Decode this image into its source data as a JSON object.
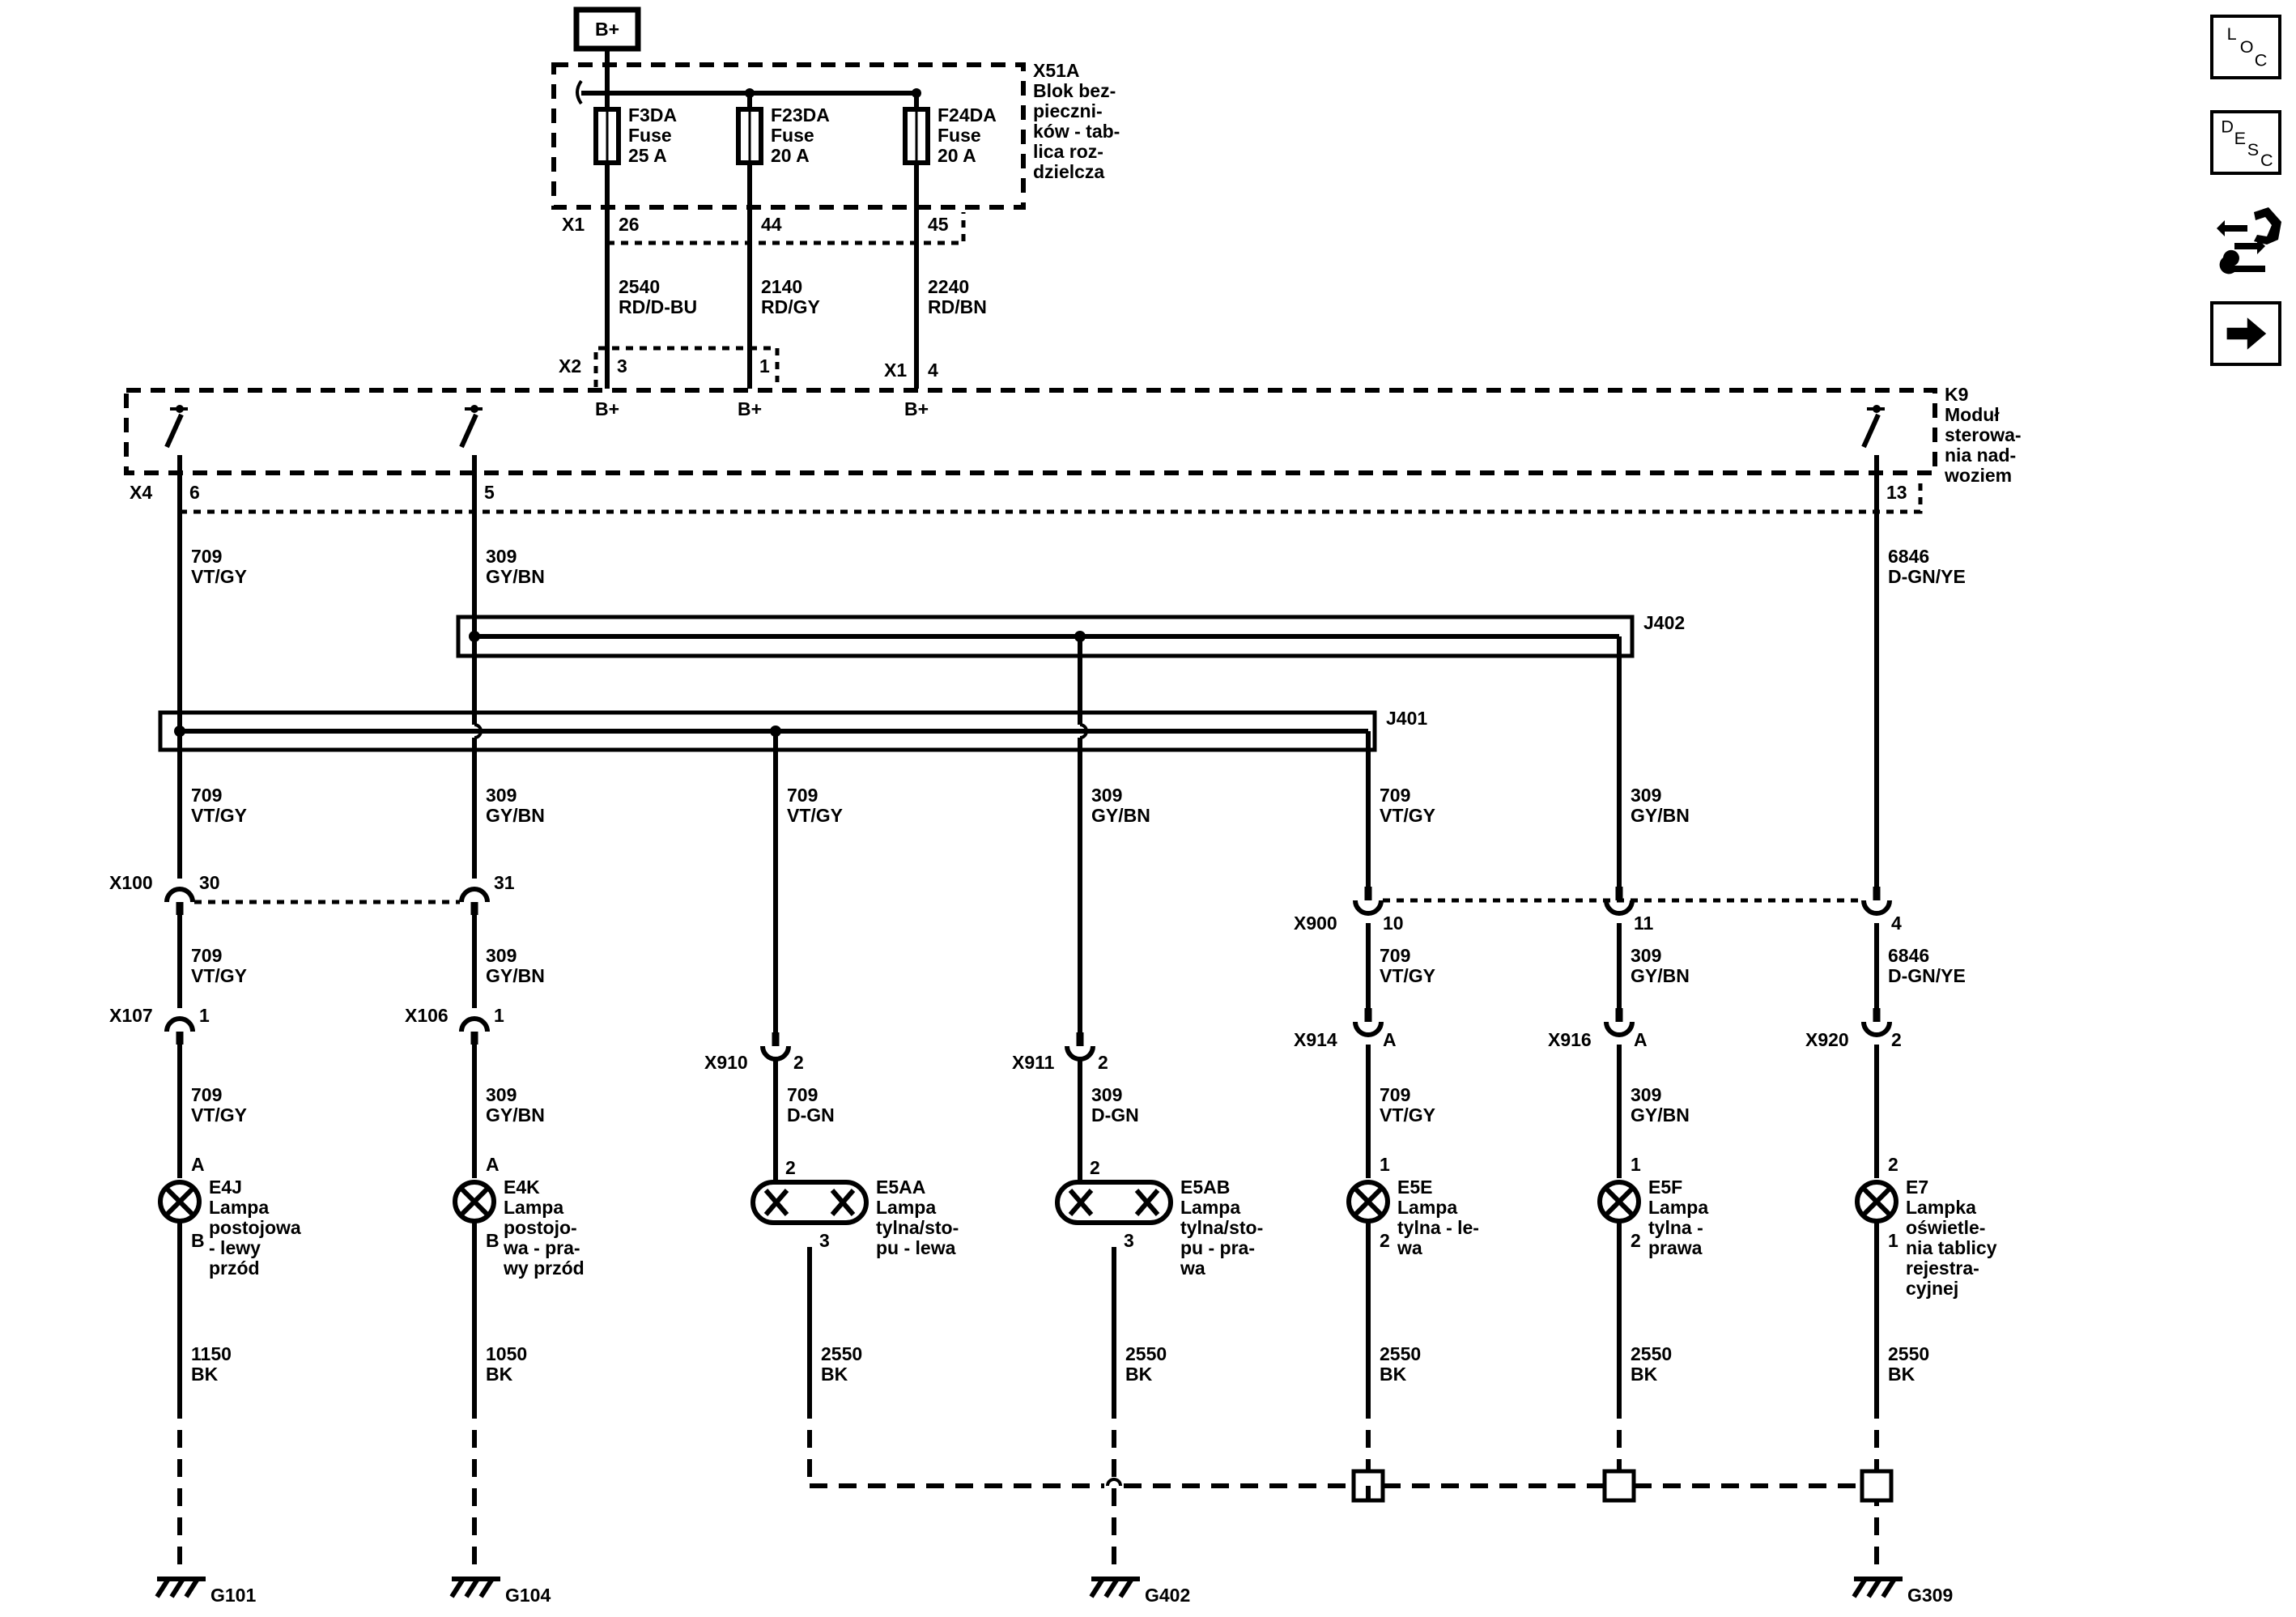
{
  "power": {
    "label": "B+"
  },
  "fuse_block": {
    "id": "X51A",
    "desc": [
      "Blok bez-",
      "pieczni-",
      "ków - tab-",
      "lica roz-",
      "dzielcza"
    ],
    "connector": "X1",
    "fuses": [
      {
        "name": "F3DA",
        "type": "Fuse",
        "rating": "25 A",
        "pin": "26"
      },
      {
        "name": "F23DA",
        "type": "Fuse",
        "rating": "20 A",
        "pin": "44"
      },
      {
        "name": "F24DA",
        "type": "Fuse",
        "rating": "20 A",
        "pin": "45"
      }
    ]
  },
  "feed_wires": [
    {
      "circuit": "2540",
      "color": "RD/D-BU"
    },
    {
      "circuit": "2140",
      "color": "RD/GY"
    },
    {
      "circuit": "2240",
      "color": "RD/BN"
    }
  ],
  "module": {
    "id": "K9",
    "desc": [
      "Moduł",
      "sterowa-",
      "nia nad-",
      "woziem"
    ],
    "inputs": [
      {
        "connector": "X2",
        "pin": "3",
        "label": "B+"
      },
      {
        "connector": "",
        "pin": "1",
        "label": "B+"
      },
      {
        "connector": "X1",
        "pin": "4",
        "label": "B+"
      }
    ],
    "out_connector": "X4",
    "out_pins": [
      "6",
      "5",
      "13"
    ]
  },
  "module_wires": [
    {
      "circuit": "709",
      "color": "VT/GY"
    },
    {
      "circuit": "309",
      "color": "GY/BN"
    },
    {
      "circuit": "6846",
      "color": "D-GN/YE"
    }
  ],
  "splices": [
    {
      "id": "J402"
    },
    {
      "id": "J401"
    }
  ],
  "splice_wires": [
    {
      "circuit": "709",
      "color": "VT/GY"
    },
    {
      "circuit": "309",
      "color": "GY/BN"
    },
    {
      "circuit": "709",
      "color": "VT/GY"
    },
    {
      "circuit": "309",
      "color": "GY/BN"
    },
    {
      "circuit": "709",
      "color": "VT/GY"
    },
    {
      "circuit": "309",
      "color": "GY/BN"
    }
  ],
  "connectors_row1": [
    {
      "id": "X100",
      "pin": "30"
    },
    {
      "id": "",
      "pin": "31"
    },
    {
      "id": "X900",
      "pin": "10"
    },
    {
      "id": "",
      "pin": "11"
    },
    {
      "id": "",
      "pin": "4"
    }
  ],
  "wires_row2": [
    {
      "circuit": "709",
      "color": "VT/GY"
    },
    {
      "circuit": "309",
      "color": "GY/BN"
    },
    {
      "circuit": "709",
      "color": "VT/GY"
    },
    {
      "circuit": "309",
      "color": "GY/BN"
    },
    {
      "circuit": "6846",
      "color": "D-GN/YE"
    }
  ],
  "connectors_row2": [
    {
      "id": "X107",
      "pin": "1"
    },
    {
      "id": "X106",
      "pin": "1"
    },
    {
      "id": "X910",
      "pin": "2"
    },
    {
      "id": "X911",
      "pin": "2"
    },
    {
      "id": "X914",
      "pin": "A"
    },
    {
      "id": "X916",
      "pin": "A"
    },
    {
      "id": "X920",
      "pin": "2"
    }
  ],
  "wires_row3": [
    {
      "circuit": "709",
      "color": "VT/GY"
    },
    {
      "circuit": "309",
      "color": "GY/BN"
    },
    {
      "circuit": "709",
      "color": "D-GN"
    },
    {
      "circuit": "309",
      "color": "D-GN"
    },
    {
      "circuit": "709",
      "color": "VT/GY"
    },
    {
      "circuit": "309",
      "color": "GY/BN"
    }
  ],
  "lamps": [
    {
      "id": "E4J",
      "pin_in": "A",
      "pin_out": "B",
      "desc": [
        "Lampa",
        "postojowa",
        "- lewy",
        "przód"
      ]
    },
    {
      "id": "E4K",
      "pin_in": "A",
      "pin_out": "B",
      "desc": [
        "Lampa",
        "postojo-",
        "wa - pra-",
        "wy przód"
      ]
    },
    {
      "id": "E5AA",
      "pin_in": "2",
      "pin_out": "3",
      "desc": [
        "Lampa",
        "tylna/sto-",
        "pu - lewa"
      ]
    },
    {
      "id": "E5AB",
      "pin_in": "2",
      "pin_out": "3",
      "desc": [
        "Lampa",
        "tylna/sto-",
        "pu - pra-",
        "wa"
      ]
    },
    {
      "id": "E5E",
      "pin_in": "1",
      "pin_out": "2",
      "desc": [
        "Lampa",
        "tylna - le-",
        "wa"
      ]
    },
    {
      "id": "E5F",
      "pin_in": "1",
      "pin_out": "2",
      "desc": [
        "Lampa",
        "tylna -",
        "prawa"
      ]
    },
    {
      "id": "E7",
      "pin_in": "2",
      "pin_out": "1",
      "desc": [
        "Lampka",
        "oświetle-",
        "nia tablicy",
        "rejestra-",
        "cyjnej"
      ]
    }
  ],
  "ground_wires": [
    {
      "circuit": "1150",
      "color": "BK"
    },
    {
      "circuit": "1050",
      "color": "BK"
    },
    {
      "circuit": "2550",
      "color": "BK"
    },
    {
      "circuit": "2550",
      "color": "BK"
    },
    {
      "circuit": "2550",
      "color": "BK"
    },
    {
      "circuit": "2550",
      "color": "BK"
    },
    {
      "circuit": "2550",
      "color": "BK"
    }
  ],
  "grounds": [
    {
      "id": "G101"
    },
    {
      "id": "G104"
    },
    {
      "id": "G402"
    },
    {
      "id": "G309"
    }
  ],
  "nav": {
    "loc": {
      "l1": "L",
      "l2": "O",
      "l3": "C"
    },
    "desc": {
      "l1": "D",
      "l2": "E",
      "l3": "S",
      "l4": "C"
    }
  }
}
